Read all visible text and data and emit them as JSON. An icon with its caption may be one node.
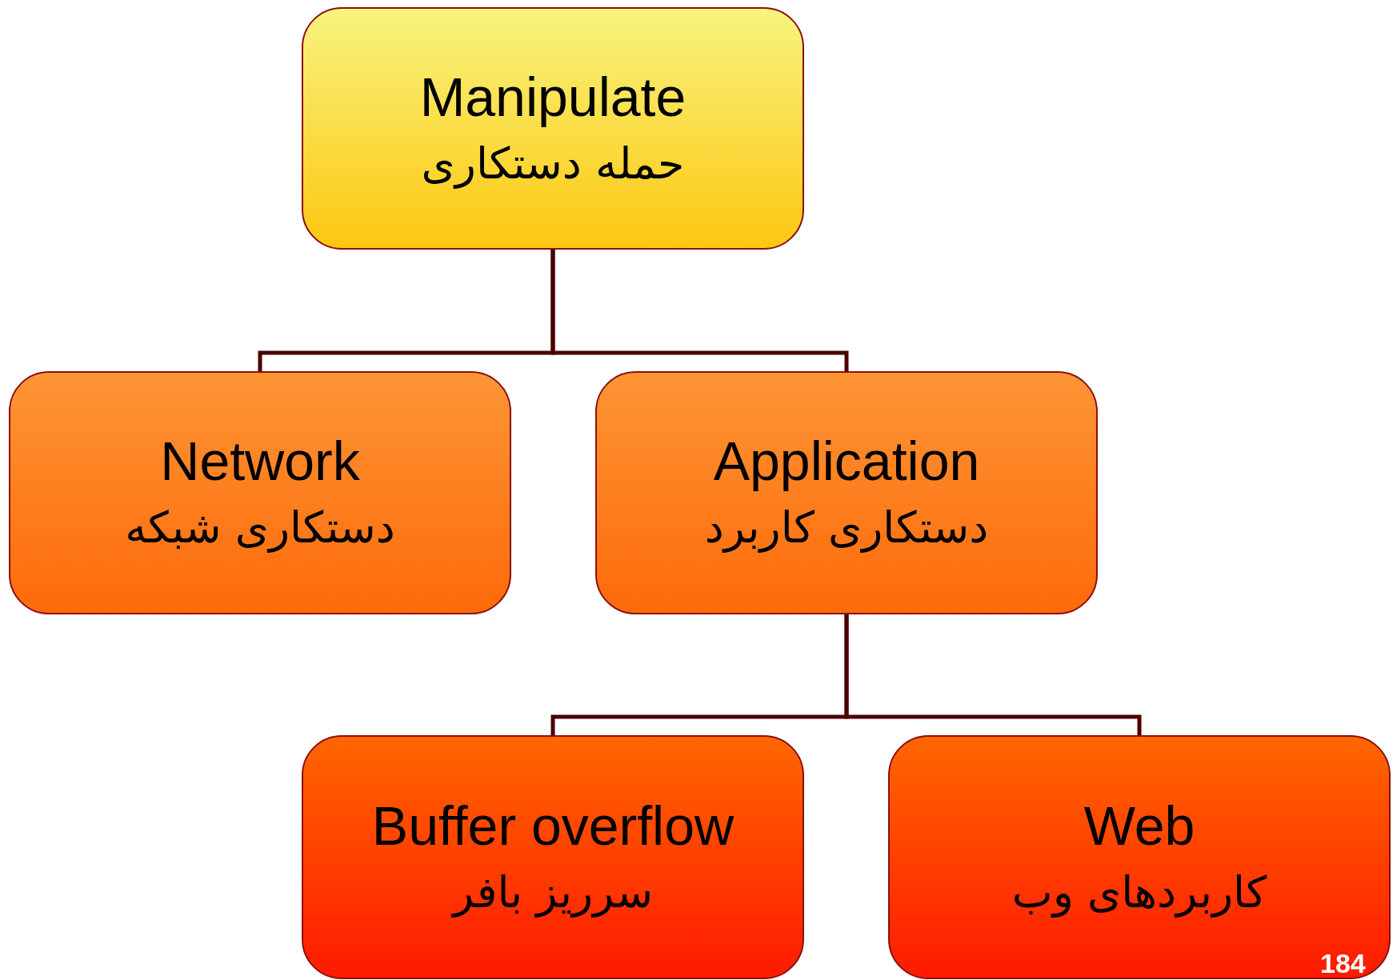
{
  "diagram": {
    "nodes": [
      {
        "text": [
          "Manipulate",
          "حمله دستکاری"
        ]
      },
      {
        "text": [
          "Network",
          "دستکاری شبکه"
        ]
      },
      {
        "text": [
          "Application",
          "دستکاری کاربرد"
        ]
      },
      {
        "text": [
          "Buffer overflow",
          "سرریز بافر"
        ]
      },
      {
        "text": [
          "Web",
          "کاربردهای وب"
        ]
      }
    ],
    "edges": [
      {
        "from": 0,
        "to": 1,
        "arrow": "none"
      },
      {
        "from": 0,
        "to": 2,
        "arrow": "none"
      },
      {
        "from": 2,
        "to": 3,
        "arrow": "none"
      },
      {
        "from": 2,
        "to": 4,
        "arrow": "none"
      }
    ],
    "labels": [
      "184"
    ]
  }
}
